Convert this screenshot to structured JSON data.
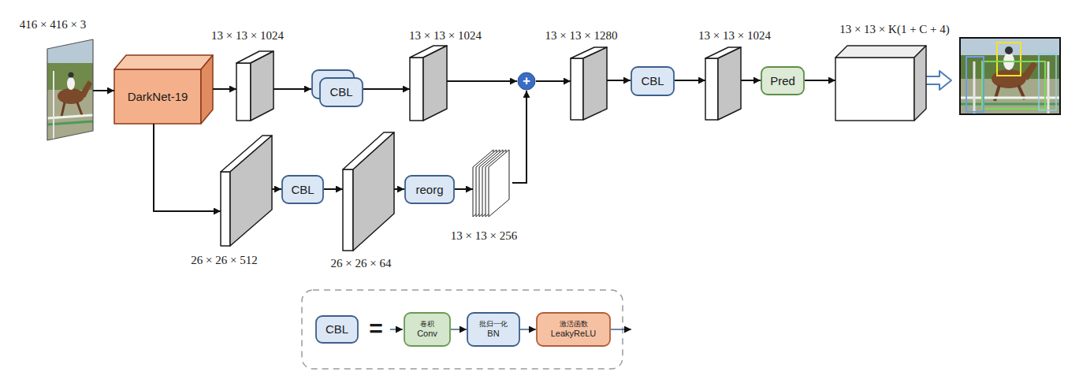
{
  "diagram": {
    "nodes": [
      {
        "text": [
          "416 × 416 × 3"
        ]
      },
      {
        "text": [
          "DarkNet-19"
        ]
      },
      {
        "text": [
          "13 × 13 × 1024"
        ]
      },
      {
        "text": [
          "CBL"
        ]
      },
      {
        "text": [
          "13 × 13 × 1024"
        ]
      },
      {
        "text": [
          "+"
        ]
      },
      {
        "text": [
          "13 × 13 × 1280"
        ]
      },
      {
        "text": [
          "CBL"
        ]
      },
      {
        "text": [
          "13 × 13 × 1024"
        ]
      },
      {
        "text": [
          "Pred"
        ]
      },
      {
        "text": [
          "13 × 13 × K(1 + C + 4)"
        ]
      },
      {
        "text": [
          "26 × 26 × 512"
        ]
      },
      {
        "text": [
          "CBL"
        ]
      },
      {
        "text": [
          "26 × 26 × 64"
        ]
      },
      {
        "text": [
          "reorg"
        ]
      },
      {
        "text": [
          "13 × 13 × 256"
        ]
      },
      {
        "text": [
          "CBL"
        ]
      },
      {
        "text": [
          "卷积",
          "Conv"
        ]
      },
      {
        "text": [
          "批归一化",
          "BN"
        ]
      },
      {
        "text": [
          "激活函数",
          "LeakyReLU"
        ]
      }
    ],
    "edges": [
      {
        "from": 0,
        "to": 1,
        "arrow": "to"
      },
      {
        "from": 1,
        "to": 2,
        "arrow": "to"
      },
      {
        "from": 2,
        "to": 3,
        "arrow": "to"
      },
      {
        "from": 3,
        "to": 4,
        "arrow": "to"
      },
      {
        "from": 4,
        "to": 5,
        "arrow": "to"
      },
      {
        "from": 1,
        "to": 11,
        "arrow": "to"
      },
      {
        "from": 11,
        "to": 12,
        "arrow": "to"
      },
      {
        "from": 12,
        "to": 13,
        "arrow": "to"
      },
      {
        "from": 13,
        "to": 14,
        "arrow": "to"
      },
      {
        "from": 14,
        "to": 15,
        "arrow": "to"
      },
      {
        "from": 15,
        "to": 5,
        "arrow": "to"
      },
      {
        "from": 5,
        "to": 6,
        "arrow": "to"
      },
      {
        "from": 6,
        "to": 7,
        "arrow": "to"
      },
      {
        "from": 7,
        "to": 8,
        "arrow": "to"
      },
      {
        "from": 8,
        "to": 9,
        "arrow": "to"
      },
      {
        "from": 9,
        "to": 10,
        "arrow": "to"
      },
      {
        "from": 17,
        "to": 18,
        "arrow": "to"
      },
      {
        "from": 18,
        "to": 19,
        "arrow": "to"
      }
    ],
    "labels": [
      "="
    ]
  }
}
